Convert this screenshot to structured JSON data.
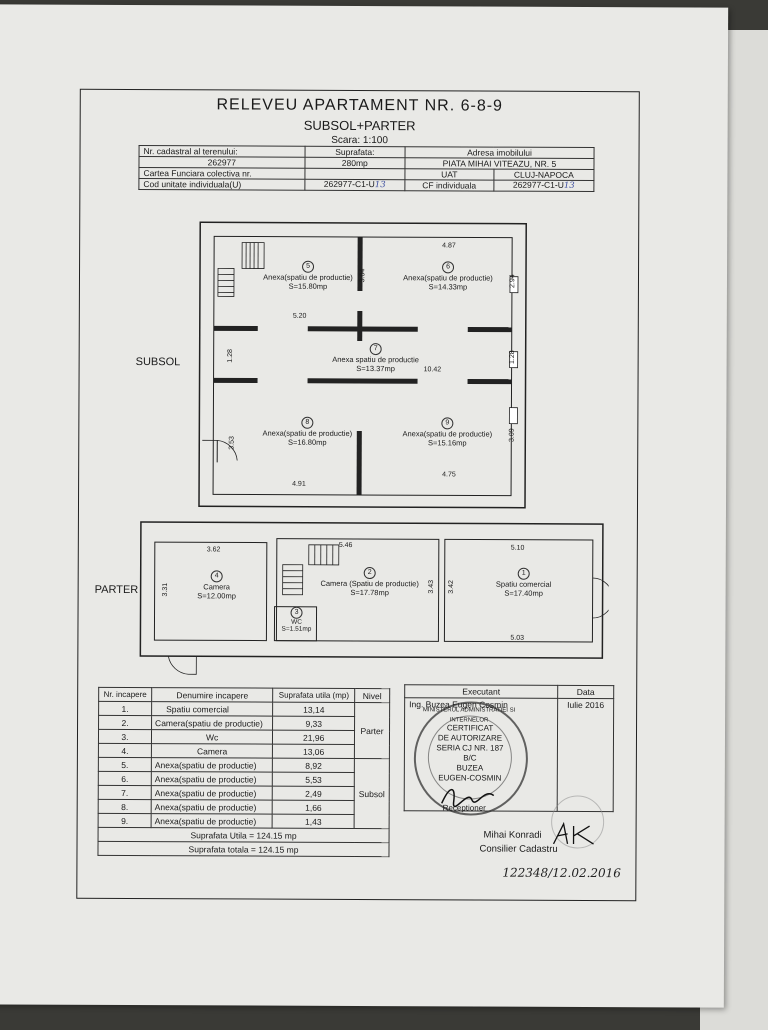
{
  "header": {
    "title": "RELEVEU APARTAMENT NR. 6-8-9",
    "subtitle": "SUBSOL+PARTER",
    "scale": "Scara: 1:100"
  },
  "info_table": {
    "r1": [
      "Nr. cadastral al terenului:",
      "Suprafata:",
      "Adresa imobilului"
    ],
    "r2": [
      "262977",
      "280mp",
      "PIATA MIHAI VITEAZU, NR. 5"
    ],
    "r3": [
      "Cartea Funciara colectiva nr.",
      "",
      "UAT",
      "CLUJ-NAPOCA"
    ],
    "r4": [
      "Cod unitate individuala(U)",
      "262977-C1-U",
      "CF individuala",
      "262977-C1-U"
    ],
    "handwritten_u1": "13",
    "handwritten_u2": "13"
  },
  "subsol": {
    "label": "SUBSOL",
    "rooms": [
      {
        "no": "5",
        "name": "Anexa(spatiu de productie)",
        "area": "S=15.80mp"
      },
      {
        "no": "6",
        "name": "Anexa(spatiu de productie)",
        "area": "S=14.33mp"
      },
      {
        "no": "7",
        "name": "Anexa spatiu de productie",
        "area": "S=13.37mp"
      },
      {
        "no": "8",
        "name": "Anexa(spatiu de productie)",
        "area": "S=16.80mp"
      },
      {
        "no": "9",
        "name": "Anexa(spatiu de productie)",
        "area": "S=15.16mp"
      }
    ],
    "dims": {
      "d487": "4.87",
      "d304": "3.04",
      "d294": "2.94",
      "d520": "5.20",
      "d128a": "1.28",
      "d128b": "1.28",
      "d1042": "10.42",
      "d353": "3.53",
      "d309": "3.09",
      "d491": "4.91",
      "d475": "4.75"
    }
  },
  "parter": {
    "label": "PARTER",
    "rooms": [
      {
        "no": "4",
        "name": "Camera",
        "area": "S=12.00mp"
      },
      {
        "no": "2",
        "name": "Camera (Spatiu de productie)",
        "area": "S=17.78mp"
      },
      {
        "no": "3",
        "name": "WC",
        "area": "S=1.51mp"
      },
      {
        "no": "1",
        "name": "Spatiu comercial",
        "area": "S=17.40mp"
      }
    ],
    "dims": {
      "d362": "3.62",
      "d331": "3.31",
      "d546": "5.46",
      "d343": "3.43",
      "d342": "3.42",
      "d510": "5.10",
      "d503": "5.03"
    }
  },
  "rooms_table": {
    "headers": [
      "Nr. incapere",
      "Denumire incapere",
      "Suprafata utila (mp)",
      "Nivel"
    ],
    "rows": [
      [
        "1.",
        "Spatiu comercial",
        "13,14"
      ],
      [
        "2.",
        "Camera(spatiu de productie)",
        "9,33"
      ],
      [
        "3.",
        "Wc",
        "21,96"
      ],
      [
        "4.",
        "Camera",
        "13,06"
      ],
      [
        "5.",
        "Anexa(spatiu de productie)",
        "8,92"
      ],
      [
        "6.",
        "Anexa(spatiu de productie)",
        "5,53"
      ],
      [
        "7.",
        "Anexa(spatiu de productie)",
        "2,49"
      ],
      [
        "8.",
        "Anexa(spatiu de productie)",
        "1,66"
      ],
      [
        "9.",
        "Anexa(spatiu de productie)",
        "1,43"
      ]
    ],
    "level_parter": "Parter",
    "level_subsol": "Subsol",
    "total_utila": "Suprafata Utila = 124.15 mp",
    "total_totala": "Suprafata totala = 124.15 mp"
  },
  "executant": {
    "header_exec": "Executant",
    "header_date": "Data",
    "name": "Ing. Buzea Eugen Cosmin",
    "date": "Iulie 2016",
    "stamp_lines": [
      "CERTIFICAT",
      "DE AUTORIZARE",
      "SERIA CJ NR. 187",
      "B/C",
      "BUZEA",
      "EUGEN-COSMIN"
    ],
    "stamp_ring": "MINISTERUL ADMINISTRATIEI SI INTERNELOR",
    "receptioner": "Receptioner",
    "consilier_name": "Mihai Konradi",
    "consilier_title": "Consilier Cadastru",
    "handwritten_ref": "122348/12.02.2016"
  }
}
